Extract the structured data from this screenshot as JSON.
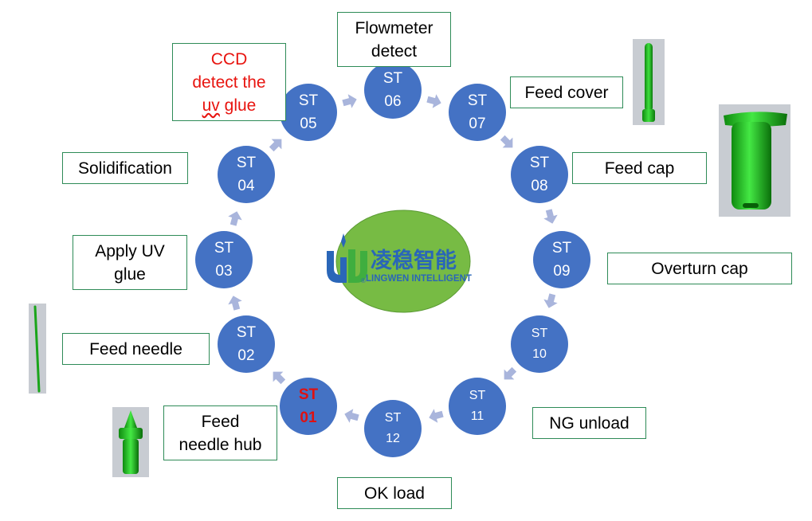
{
  "stations": [
    {
      "id": "st01",
      "line1": "ST",
      "line2": "01",
      "active": true
    },
    {
      "id": "st02",
      "line1": "ST",
      "line2": "02"
    },
    {
      "id": "st03",
      "line1": "ST",
      "line2": "03"
    },
    {
      "id": "st04",
      "line1": "ST",
      "line2": "04"
    },
    {
      "id": "st05",
      "line1": "ST",
      "line2": "05"
    },
    {
      "id": "st06",
      "line1": "ST",
      "line2": "06"
    },
    {
      "id": "st07",
      "line1": "ST",
      "line2": "07"
    },
    {
      "id": "st08",
      "line1": "ST",
      "line2": "08"
    },
    {
      "id": "st09",
      "line1": "ST",
      "line2": "09"
    },
    {
      "id": "st10",
      "line1": "ST",
      "line2": "10"
    },
    {
      "id": "st11",
      "line1": "ST",
      "line2": "11"
    },
    {
      "id": "st12",
      "line1": "ST",
      "line2": "12"
    }
  ],
  "labels": {
    "ccd": "CCD\ndetect the\nuv glue",
    "flowmeter": "Flowmeter\ndetect",
    "feed_cover": "Feed cover",
    "feed_cap": "Feed cap",
    "solidification": "Solidification",
    "overturn_cap": "Overturn cap",
    "apply_uv": "Apply UV\nglue",
    "feed_needle": "Feed needle",
    "feed_needle_hub": "Feed\nneedle hub",
    "ng_unload": "NG unload",
    "ok_load": "OK load"
  },
  "logo": {
    "chinese": "凌稳智能",
    "english": "LINGWEN INTELLIGENT"
  },
  "colors": {
    "station_fill": "#4472c4",
    "arrow": "#a9b5dc",
    "label_border": "#2e8b57",
    "ccd_text": "#e8140f",
    "active_station_text": "#e01010",
    "center_ellipse": "#77bb44",
    "logo_blue": "#2a66b8",
    "part_green": "#22cc22"
  }
}
